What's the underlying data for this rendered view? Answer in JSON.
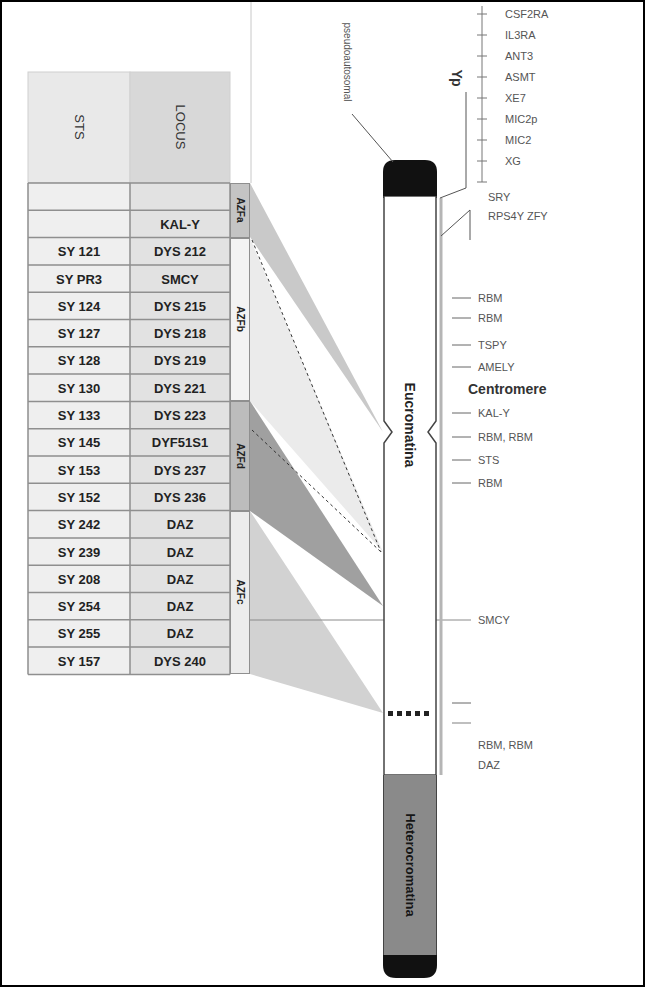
{
  "diagram": {
    "nodes": [
      {
        "text": [
          "AZFa"
        ]
      },
      {
        "text": [
          "AZFb"
        ]
      },
      {
        "text": [
          "AZFd"
        ]
      },
      {
        "text": [
          "AZFc"
        ]
      },
      {
        "text": [
          "Eucromatina"
        ]
      },
      {
        "text": [
          "Heterocromatina"
        ]
      }
    ],
    "labels": [
      "STS",
      "LOCUS",
      "KAL-Y",
      "SY 121",
      "DYS 212",
      "SY PR3",
      "SMCY",
      "SY 124",
      "DYS 215",
      "SY 127",
      "DYS 218",
      "SY 128",
      "DYS 219",
      "SY 130",
      "DYS 221",
      "SY 133",
      "DYS 223",
      "SY 145",
      "DYF51S1",
      "SY 153",
      "DYS 237",
      "SY 152",
      "DYS 236",
      "SY 242",
      "DAZ",
      "SY 239",
      "DAZ",
      "SY 208",
      "DAZ",
      "SY 254",
      "DAZ",
      "SY 255",
      "DAZ",
      "SY 157",
      "DYS 240",
      "pseudoautosomal",
      "Yp",
      "CSF2RA",
      "IL3RA",
      "ANT3",
      "ASMT",
      "XE7",
      "MIC2p",
      "MIC2",
      "XG",
      "SRY",
      "RPS4Y ZFY",
      "RBM",
      "RBM",
      "TSPY",
      "AMELY",
      "Centromere",
      "KAL-Y",
      "RBM, RBM",
      "STS",
      "RBM",
      "SMCY",
      "RBM, RBM",
      "DAZ"
    ]
  }
}
